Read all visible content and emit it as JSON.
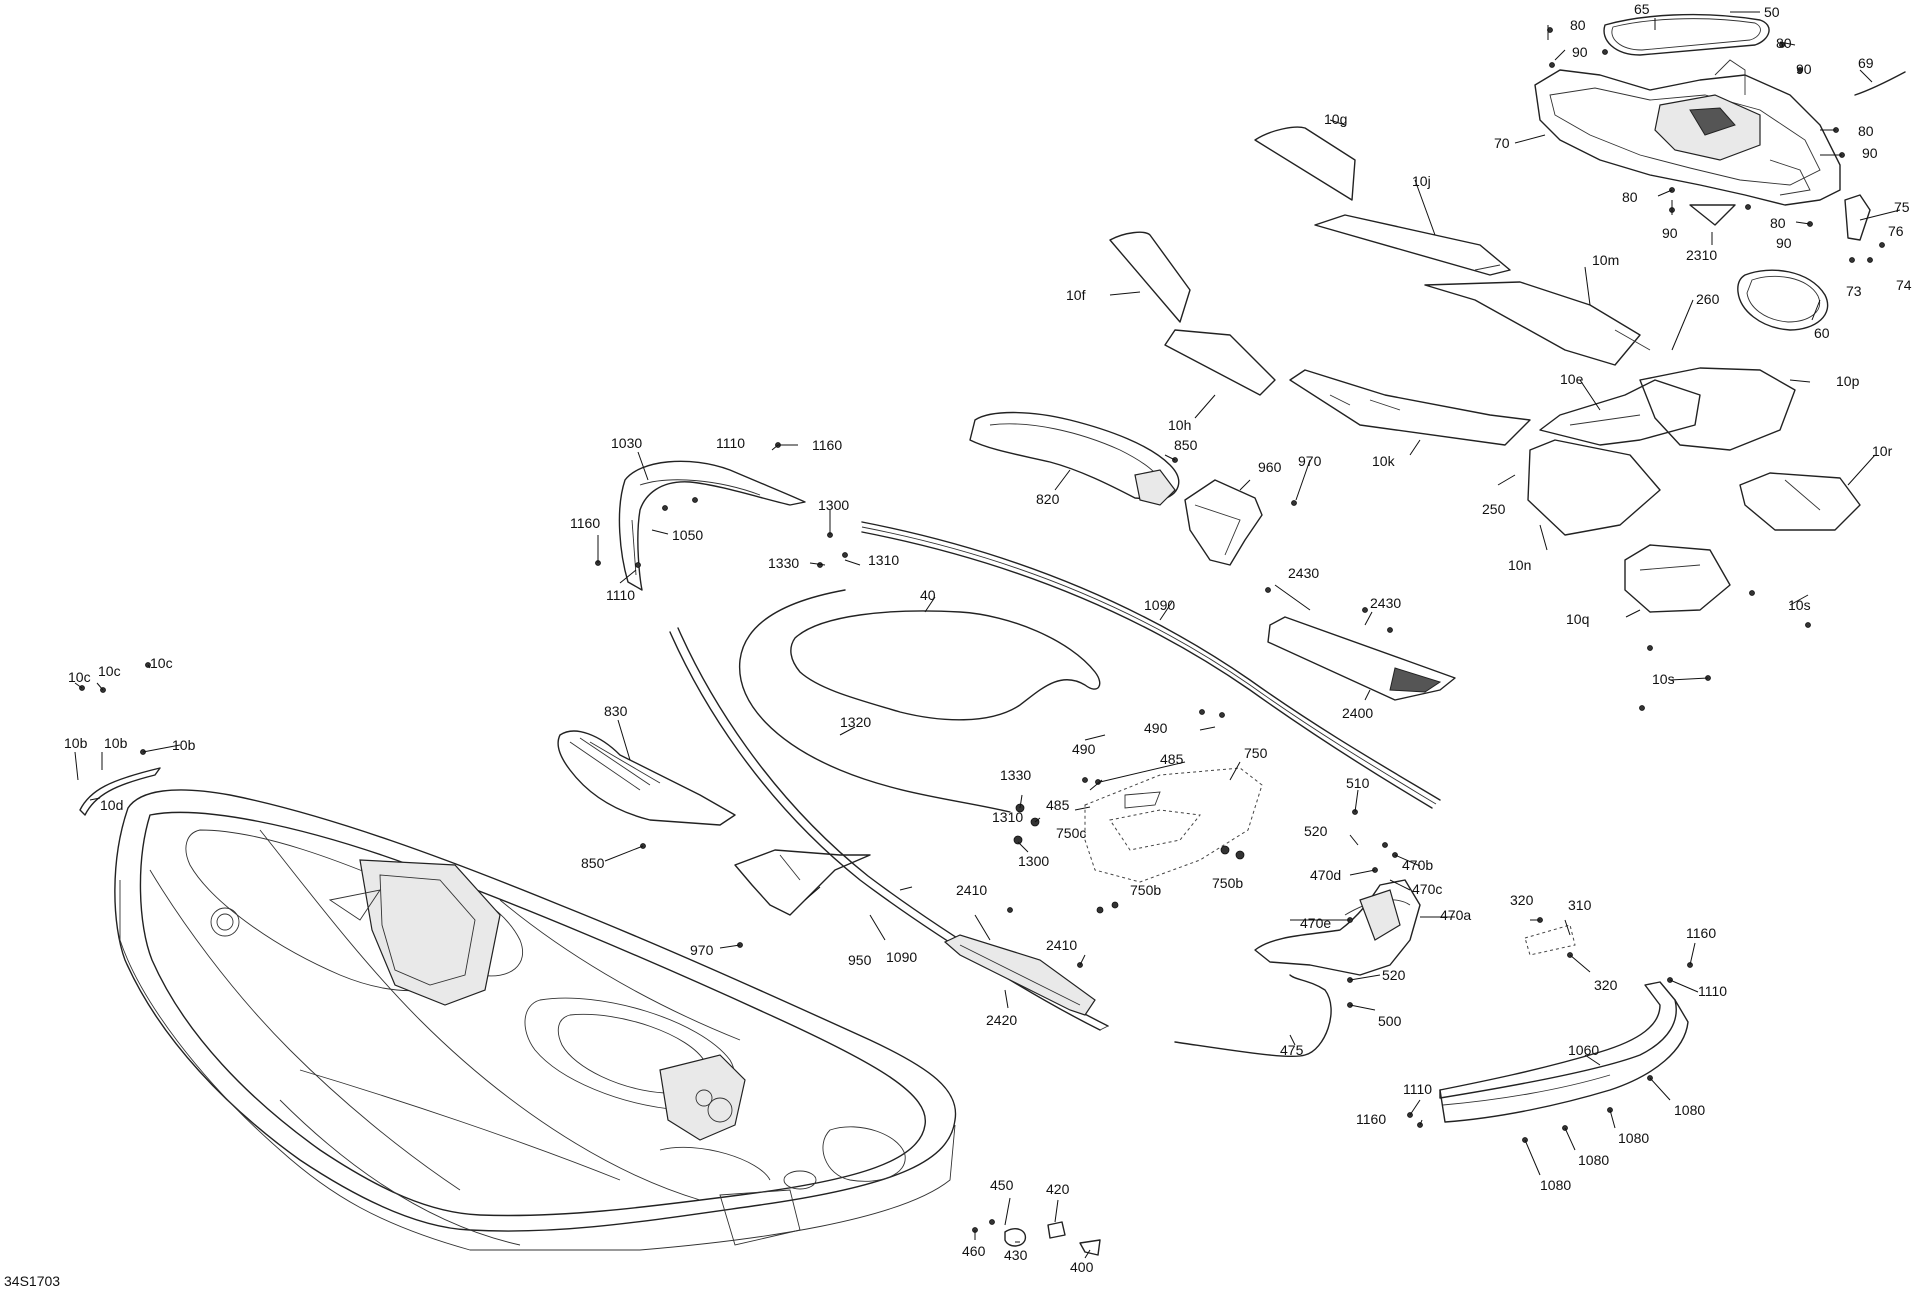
{
  "figure_id": "34S1703",
  "callouts": [
    {
      "text": "65"
    },
    {
      "text": "50"
    },
    {
      "text": "80"
    },
    {
      "text": "90"
    },
    {
      "text": "80"
    },
    {
      "text": "90"
    },
    {
      "text": "69"
    },
    {
      "text": "70"
    },
    {
      "text": "80"
    },
    {
      "text": "90"
    },
    {
      "text": "80"
    },
    {
      "text": "90"
    },
    {
      "text": "80"
    },
    {
      "text": "90"
    },
    {
      "text": "75"
    },
    {
      "text": "76"
    },
    {
      "text": "74"
    },
    {
      "text": "73"
    },
    {
      "text": "2310"
    },
    {
      "text": "60"
    },
    {
      "text": "10g"
    },
    {
      "text": "10j"
    },
    {
      "text": "10m"
    },
    {
      "text": "260"
    },
    {
      "text": "10f"
    },
    {
      "text": "10h"
    },
    {
      "text": "10e"
    },
    {
      "text": "10p"
    },
    {
      "text": "10k"
    },
    {
      "text": "850"
    },
    {
      "text": "970"
    },
    {
      "text": "960"
    },
    {
      "text": "820"
    },
    {
      "text": "250"
    },
    {
      "text": "10r"
    },
    {
      "text": "10n"
    },
    {
      "text": "1030"
    },
    {
      "text": "1110"
    },
    {
      "text": "1160"
    },
    {
      "text": "1050"
    },
    {
      "text": "1160"
    },
    {
      "text": "1110"
    },
    {
      "text": "1300"
    },
    {
      "text": "1330"
    },
    {
      "text": "1310"
    },
    {
      "text": "40"
    },
    {
      "text": "1090"
    },
    {
      "text": "2430"
    },
    {
      "text": "2430"
    },
    {
      "text": "2400"
    },
    {
      "text": "10q"
    },
    {
      "text": "10s"
    },
    {
      "text": "10s"
    },
    {
      "text": "10c"
    },
    {
      "text": "10c"
    },
    {
      "text": "10c"
    },
    {
      "text": "10b"
    },
    {
      "text": "10b"
    },
    {
      "text": "10b"
    },
    {
      "text": "10d"
    },
    {
      "text": "830"
    },
    {
      "text": "850"
    },
    {
      "text": "1320"
    },
    {
      "text": "490"
    },
    {
      "text": "490"
    },
    {
      "text": "485"
    },
    {
      "text": "750"
    },
    {
      "text": "485"
    },
    {
      "text": "750c"
    },
    {
      "text": "1330"
    },
    {
      "text": "1310"
    },
    {
      "text": "1300"
    },
    {
      "text": "750b"
    },
    {
      "text": "750b"
    },
    {
      "text": "510"
    },
    {
      "text": "520"
    },
    {
      "text": "470b"
    },
    {
      "text": "470d"
    },
    {
      "text": "470c"
    },
    {
      "text": "470e"
    },
    {
      "text": "470a"
    },
    {
      "text": "970"
    },
    {
      "text": "950"
    },
    {
      "text": "1090"
    },
    {
      "text": "2410"
    },
    {
      "text": "2410"
    },
    {
      "text": "2420"
    },
    {
      "text": "320"
    },
    {
      "text": "310"
    },
    {
      "text": "320"
    },
    {
      "text": "1160"
    },
    {
      "text": "1110"
    },
    {
      "text": "520"
    },
    {
      "text": "500"
    },
    {
      "text": "475"
    },
    {
      "text": "1060"
    },
    {
      "text": "1110"
    },
    {
      "text": "1160"
    },
    {
      "text": "1080"
    },
    {
      "text": "1080"
    },
    {
      "text": "1080"
    },
    {
      "text": "1080"
    },
    {
      "text": "450"
    },
    {
      "text": "420"
    },
    {
      "text": "460"
    },
    {
      "text": "430"
    },
    {
      "text": "400"
    }
  ]
}
